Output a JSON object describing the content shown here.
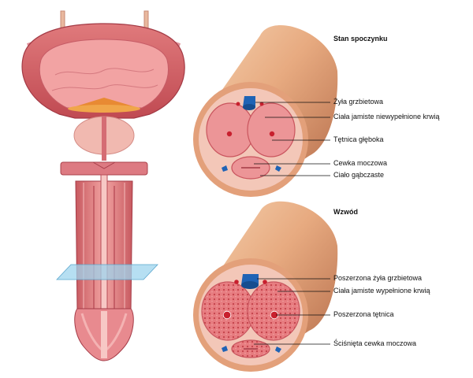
{
  "rest_panel": {
    "title": "Stan spoczynku",
    "labels": [
      "Żyła grzbietowa",
      "Ciała jamiste niewypełnione krwią",
      "Tętnica głęboka",
      "Cewka moczowa",
      "Ciało gąbczaste"
    ]
  },
  "erect_panel": {
    "title": "Wzwód",
    "labels": [
      "Poszerzona żyła grzbietowa",
      "Ciała jamiste wypełnione krwią",
      "Poszerzona tętnica",
      "Ściśnięta cewka moczowa"
    ]
  },
  "colors": {
    "skin": "#e8b088",
    "tissue": "#e8858a",
    "tissue_dark": "#c9555e",
    "vein": "#1f63b5",
    "artery": "#c8202e",
    "cut_plane": "#9ed4ee"
  }
}
